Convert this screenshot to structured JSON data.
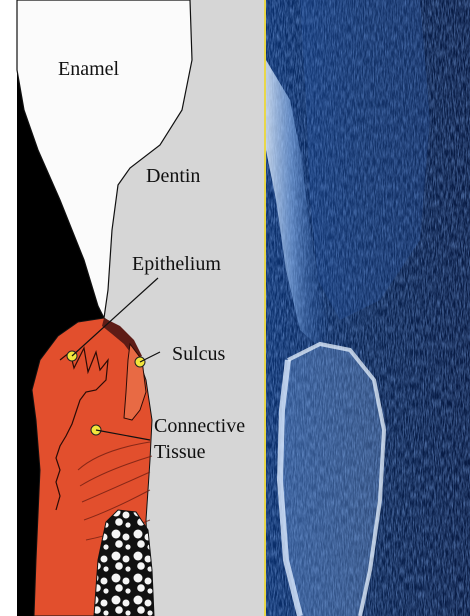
{
  "figure": {
    "labels": {
      "enamel": "Enamel",
      "dentin": "Dentin",
      "epithelium": "Epithelium",
      "sulcus": "Sulcus",
      "connective_line1": "Connective",
      "connective_line2": "Tissue"
    },
    "panels": {
      "left": "schematic-diagram",
      "right": "oct-scan-image"
    },
    "colors": {
      "background_black": "#000000",
      "dentin_gray": "#d6d6d6",
      "enamel_white": "#fbfbfb",
      "gingiva_red": "#e24f2d",
      "epithelium_dark": "#5e1c16",
      "marker_yellow": "#f2e53c",
      "scan_dark": "#071a3e",
      "scan_light": "#c8e2ff",
      "divider_yellow": "#e8d74a"
    }
  }
}
